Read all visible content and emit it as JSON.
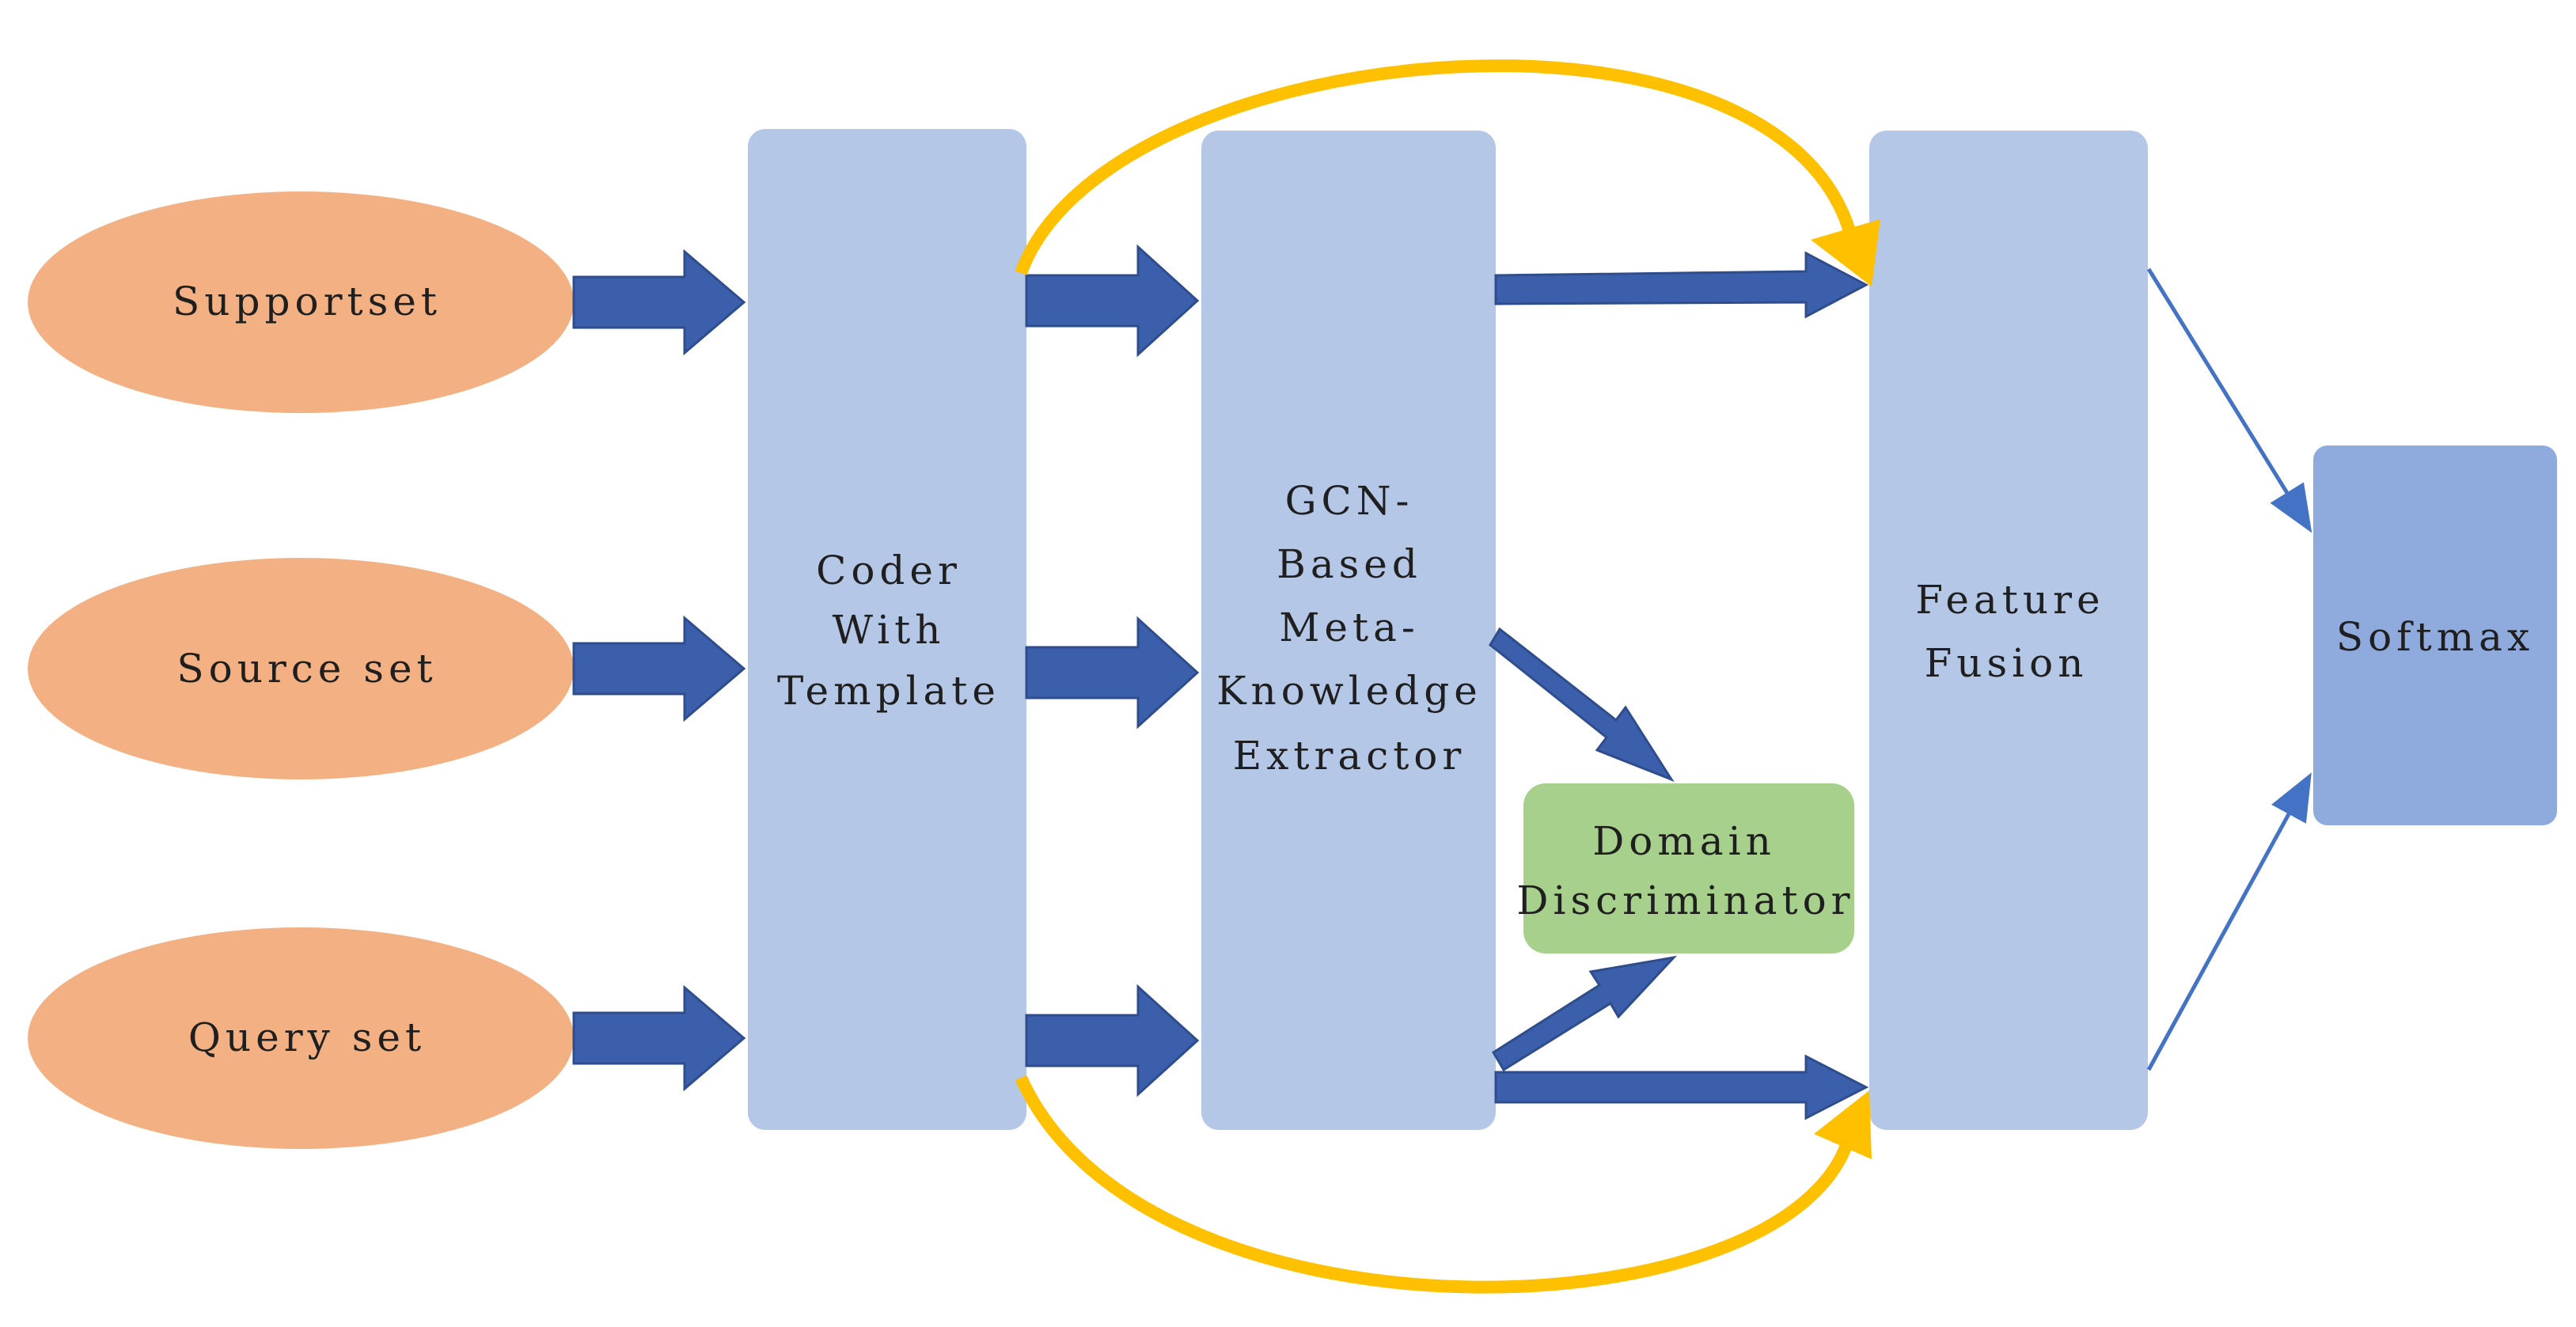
{
  "diagram": {
    "inputs": {
      "support": "Supportset",
      "source": "Source set",
      "query": "Query set"
    },
    "coder": [
      "Coder",
      "With",
      "Template"
    ],
    "gcn": [
      "GCN-",
      "Based",
      "Meta-",
      "Knowledge",
      "Extractor"
    ],
    "domain": [
      "Domain",
      "Discriminator"
    ],
    "fusion": [
      "Feature",
      "Fusion"
    ],
    "softmax": "Softmax",
    "colors": {
      "ellipse": "#f3b183",
      "block": "#b5c7e6",
      "softmax": "#8faadc",
      "discriminator": "#a8d08d",
      "arrow": "#3b5fab",
      "skip_arrow": "#ffc000"
    }
  }
}
